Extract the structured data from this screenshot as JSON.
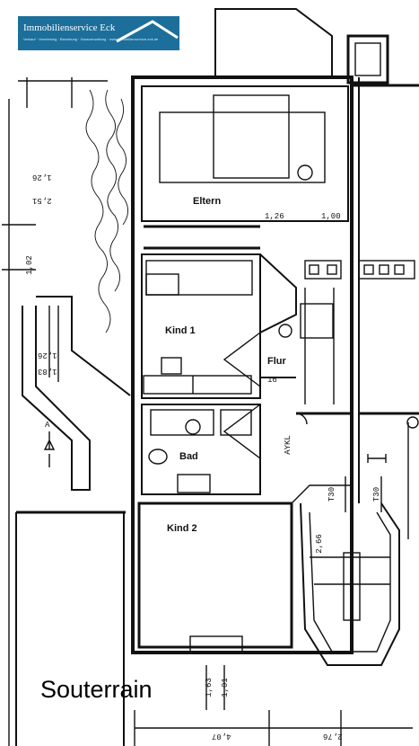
{
  "logo": {
    "name": "Immobilienservice Eck",
    "tagline": "Verkauf · Vermietung · Bewertung · Hausverwaltung · www.immobilienservice-eck.de"
  },
  "floor_label": "Souterrain",
  "rooms": {
    "eltern": "Eltern",
    "kind1": "Kind 1",
    "flur": "Flur",
    "bad": "Bad",
    "kind2": "Kind 2"
  },
  "dimensions": {
    "d1": "1,26",
    "d2": "2,51",
    "d3": "1,26",
    "d4": "1,00",
    "d5": "1,02",
    "d6": "1,26",
    "d7": "1,83",
    "d8": "16",
    "d9": "2,66",
    "d10": "T30",
    "d11": "T30",
    "d12": "1,63",
    "d13": "1,01",
    "d14": "4,07",
    "d15": "2,76",
    "d16": "AYKL",
    "d17": "A"
  },
  "colors": {
    "logo_bg": "#1c6f9b",
    "line": "#111111"
  }
}
